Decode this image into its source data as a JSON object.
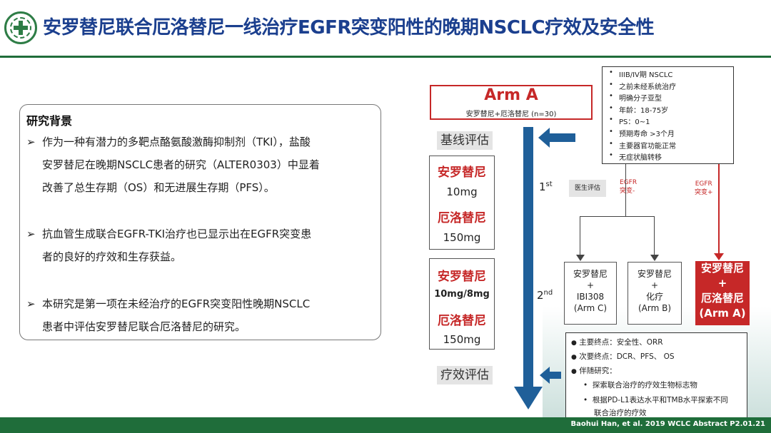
{
  "header": {
    "title": "安罗替尼联合厄洛替尼一线治疗EGFR突变阳性的晚期NSCLC疗效及安全性"
  },
  "background": {
    "heading": "研究背景",
    "bullet_mark": "➢",
    "bullets": [
      [
        "作为一种有潜力的多靶点酪氨酸激酶抑制剂（TKI），盐酸",
        "安罗替尼在晚期NSCLC患者的研究（ALTER0303）中显着",
        "改善了总生存期（OS）和无进展生存期（PFS）。"
      ],
      [
        "抗血管生成联合EGFR-TKI治疗也已显示出在EGFR突变患",
        "者的良好的疗效和生存获益。"
      ],
      [
        "本研究是第一项在未经治疗的EGFR突变阳性晚期NSCLC",
        "患者中评估安罗替尼联合厄洛替尼的研究。"
      ]
    ]
  },
  "flow": {
    "arm_title": "Arm A",
    "arm_subtitle": "安罗替尼+厄洛替尼 (n=30)",
    "baseline_label": "基线评估",
    "efficacy_label": "疗效评估",
    "dose1": {
      "drug1": "安罗替尼",
      "val1": "10mg",
      "drug2": "厄洛替尼",
      "val2": "150mg"
    },
    "dose2": {
      "drug1": "安罗替尼",
      "val1": "10mg/8mg",
      "drug2": "厄洛替尼",
      "val2": "150mg"
    },
    "line1_label": "1",
    "line1_sup": "st",
    "line2_label": "2",
    "line2_sup": "nd",
    "doctor_eval": "医生评估",
    "egfr_neg": [
      "EGFR",
      "突变-"
    ],
    "egfr_pos": [
      "EGFR",
      "突变+"
    ],
    "criteria": [
      "IIIB/IV期 NSCLC",
      "之前未经系统治疗",
      "明确分子亚型",
      "年龄：18-75岁",
      "PS：0~1",
      "预期寿命 >3个月",
      "主要器官功能正常",
      "无症状脑转移"
    ],
    "arm_c": [
      "安罗替尼",
      "+",
      "IBI308",
      "(Arm C)"
    ],
    "arm_b": [
      "安罗替尼",
      "+",
      "化疗",
      "(Arm B)"
    ],
    "arm_a": [
      "安罗替尼",
      "+",
      "厄洛替尼",
      "(Arm A)"
    ],
    "endpoints": {
      "primary": "主要终点：安全性、ORR",
      "secondary": "次要终点：DCR、PFS、 OS",
      "companion": "伴随研究：",
      "sub1": "探索联合治疗的疗效生物标志物",
      "sub2a": "根据PD-L1表达水平和TMB水平探索不同",
      "sub2b": "联合治疗的疗效"
    }
  },
  "footer": {
    "citation": "Baohui Han, et al. 2019 WCLC Abstract P2.01.21"
  },
  "colors": {
    "title_blue": "#1b3f8e",
    "accent_red": "#c62828",
    "arrow_blue": "#1f5f99",
    "brand_green": "#1f6d3a"
  }
}
